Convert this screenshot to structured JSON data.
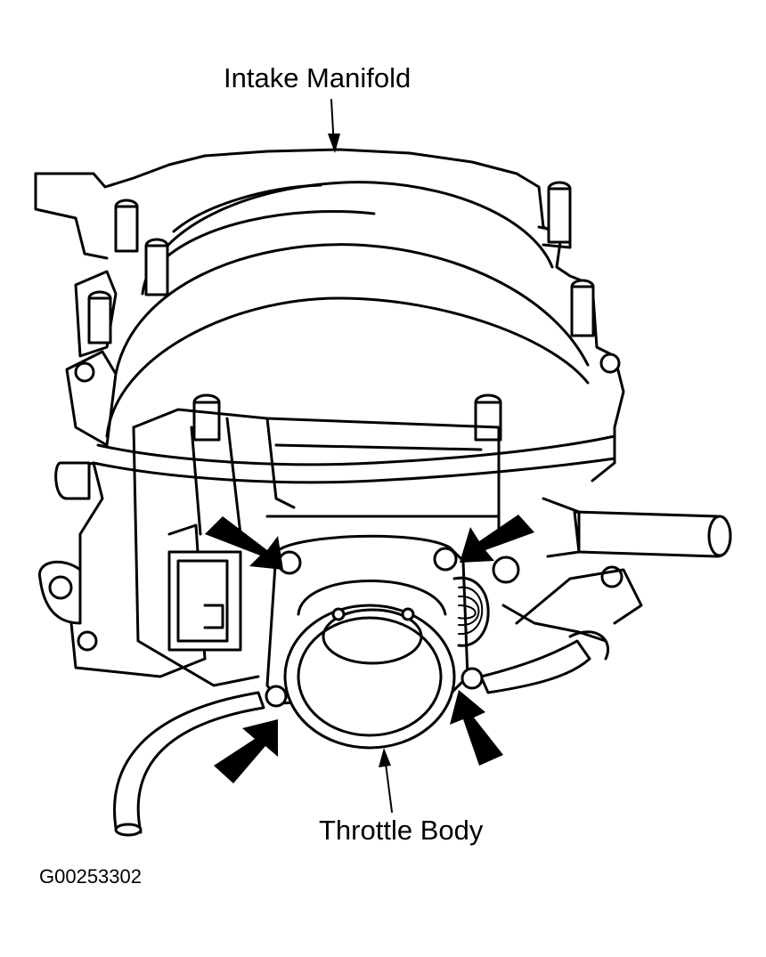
{
  "labels": {
    "intake_manifold": "Intake Manifold",
    "throttle_body": "Throttle Body",
    "figure_code": "G00253302"
  },
  "colors": {
    "ink": "#000000",
    "paper": "#ffffff"
  },
  "callout_arrows": 4
}
